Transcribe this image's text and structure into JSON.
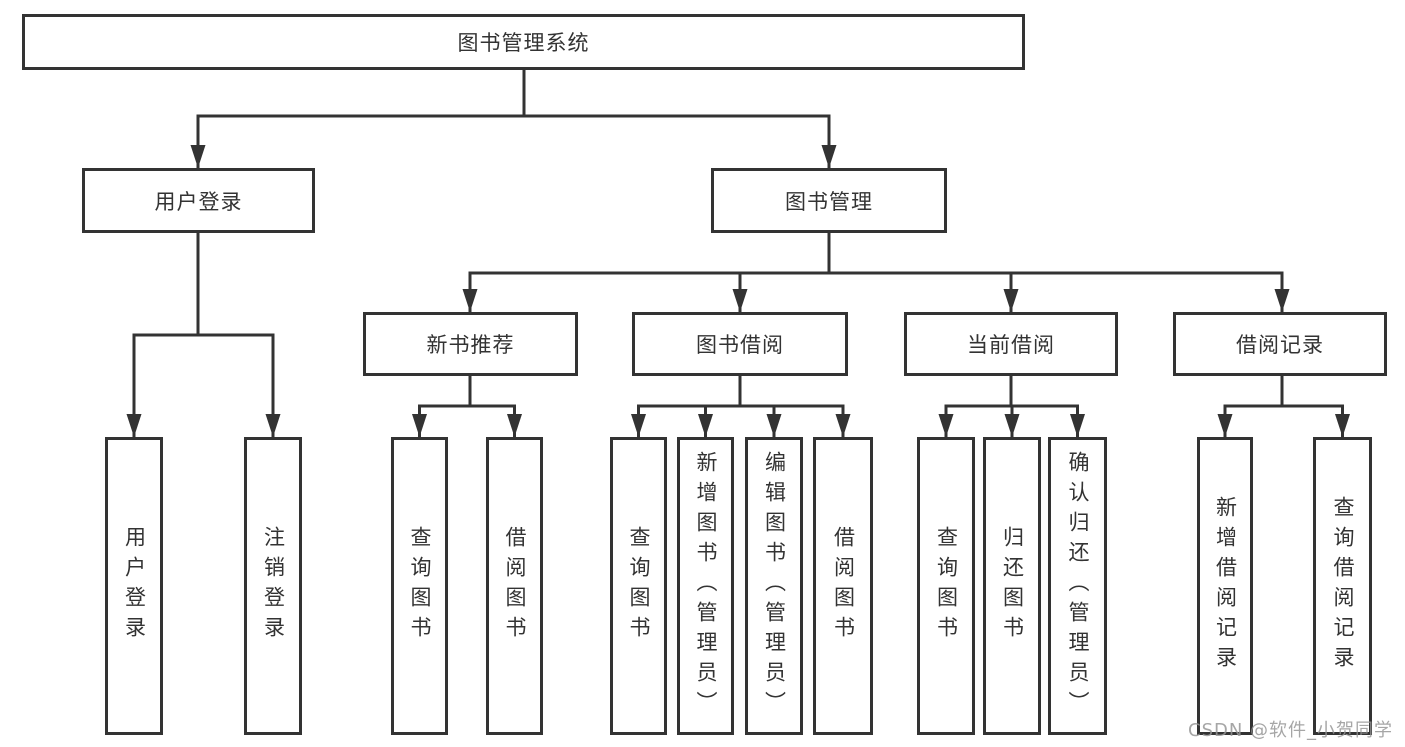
{
  "watermark": "CSDN @软件_小贺同学",
  "colors": {
    "line": "#333333",
    "box_border": "#333333",
    "text": "#333333",
    "background": "#ffffff",
    "watermark": "#969696"
  },
  "tree": {
    "label": "图书管理系统",
    "children": [
      {
        "label": "用户登录",
        "children": [
          {
            "label": "用户登录"
          },
          {
            "label": "注销登录"
          }
        ]
      },
      {
        "label": "图书管理",
        "children": [
          {
            "label": "新书推荐",
            "children": [
              {
                "label": "查询图书"
              },
              {
                "label": "借阅图书"
              }
            ]
          },
          {
            "label": "图书借阅",
            "children": [
              {
                "label": "查询图书"
              },
              {
                "label": "新增图书（管理员）"
              },
              {
                "label": "编辑图书（管理员）"
              },
              {
                "label": "借阅图书"
              }
            ]
          },
          {
            "label": "当前借阅",
            "children": [
              {
                "label": "查询图书"
              },
              {
                "label": "归还图书"
              },
              {
                "label": "确认归还（管理员）"
              }
            ]
          },
          {
            "label": "借阅记录",
            "children": [
              {
                "label": "新增借阅记录"
              },
              {
                "label": "查询借阅记录"
              }
            ]
          }
        ]
      }
    ]
  }
}
